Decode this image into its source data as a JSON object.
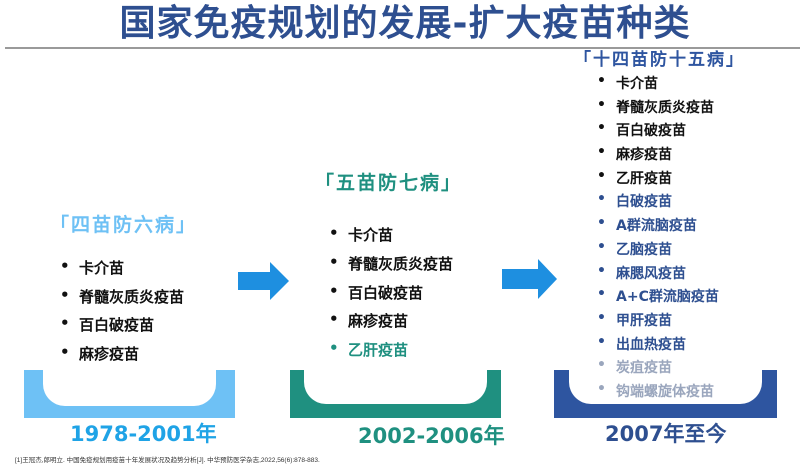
{
  "title": "国家免疫规划的发展-扩大疫苗种类",
  "colors": {
    "title": "#2E4F90",
    "stage1": "#6EC1F5",
    "stage1_text": "#1FA3E6",
    "stage2": "#1F9080",
    "stage2_text": "#1F9080",
    "stage3": "#2E55A0",
    "stage3_text": "#2E4F90",
    "arrow": "#1E8FE0",
    "faded": "#9AA6BD",
    "black": "#111111"
  },
  "stages": [
    {
      "header": "「四苗防六病」",
      "period": "1978-2001年",
      "items": [
        {
          "label": "卡介苗",
          "style": "existing"
        },
        {
          "label": "脊髓灰质炎疫苗",
          "style": "existing"
        },
        {
          "label": "百白破疫苗",
          "style": "existing"
        },
        {
          "label": "麻疹疫苗",
          "style": "existing"
        }
      ]
    },
    {
      "header": "「五苗防七病」",
      "period": "2002-2006年",
      "items": [
        {
          "label": "卡介苗",
          "style": "existing"
        },
        {
          "label": "脊髓灰质炎疫苗",
          "style": "existing"
        },
        {
          "label": "百白破疫苗",
          "style": "existing"
        },
        {
          "label": "麻疹疫苗",
          "style": "existing"
        },
        {
          "label": "乙肝疫苗",
          "style": "new"
        }
      ]
    },
    {
      "header": "「十四苗防十五病」",
      "period": "2007年至今",
      "items": [
        {
          "label": "卡介苗",
          "style": "existing"
        },
        {
          "label": "脊髓灰质炎疫苗",
          "style": "existing"
        },
        {
          "label": "百白破疫苗",
          "style": "existing"
        },
        {
          "label": "麻疹疫苗",
          "style": "existing"
        },
        {
          "label": "乙肝疫苗",
          "style": "existing"
        },
        {
          "label": "白破疫苗",
          "style": "new"
        },
        {
          "label": "A群流脑疫苗",
          "style": "new"
        },
        {
          "label": "乙脑疫苗",
          "style": "new"
        },
        {
          "label": "麻腮风疫苗",
          "style": "new"
        },
        {
          "label": "A+C群流脑疫苗",
          "style": "new"
        },
        {
          "label": "甲肝疫苗",
          "style": "new"
        },
        {
          "label": "出血热疫苗",
          "style": "new"
        },
        {
          "label": "炭疽疫苗",
          "style": "faded"
        },
        {
          "label": "钩端螺旋体疫苗",
          "style": "faded"
        }
      ]
    }
  ],
  "bullet_glyph": "•",
  "arrows": [
    "arrow-right-icon",
    "arrow-right-icon"
  ],
  "reference": "[1]王冠杰,郎明立. 中国免疫规划用疫苗十年发展状况及趋势分析[J]. 中华预防医学杂志,2022,56(6):878-883."
}
